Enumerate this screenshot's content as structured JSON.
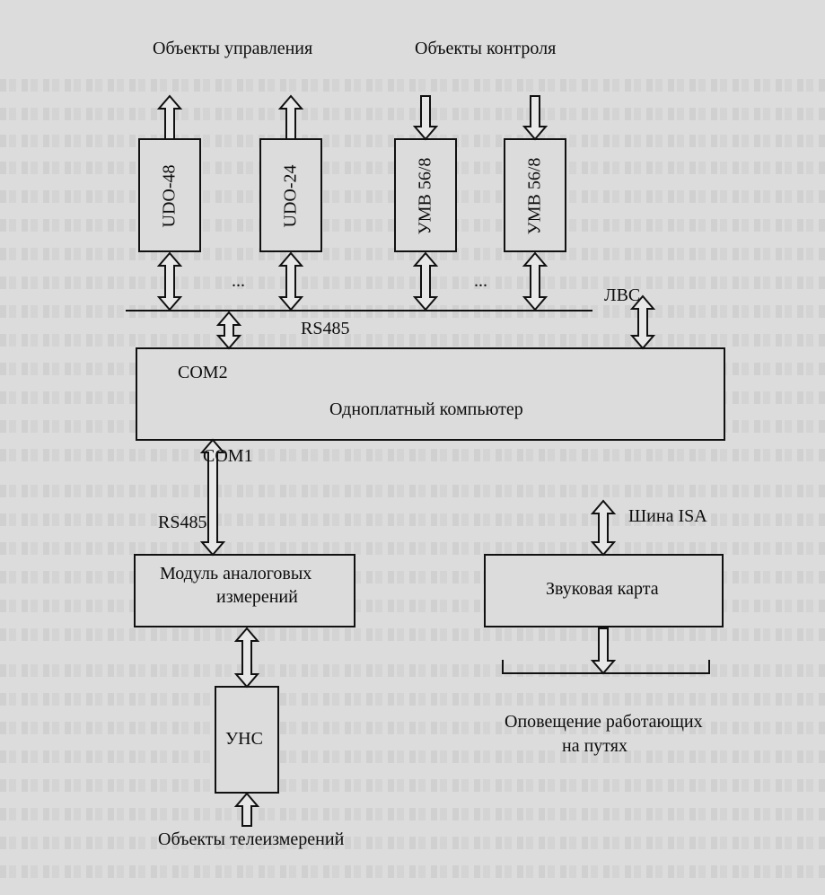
{
  "diagram": {
    "top_left_title": "Объекты управления",
    "top_right_title": "Объекты контроля",
    "udo48": "UDO-48",
    "udo24": "UDO-24",
    "umb1": "УМВ 56/8",
    "umb2": "УМВ 56/8",
    "dots_left": "...",
    "dots_right": "...",
    "rs485_top": "RS485",
    "lvs": "ЛВС",
    "com2": "COM2",
    "computer": "Одноплатный компьютер",
    "com1": "COM1",
    "rs485_bottom": "RS485",
    "isa": "Шина ISA",
    "analog_line1": "Модуль аналоговых",
    "analog_line2": "измерений",
    "sound": "Звуковая карта",
    "unc": "УНС",
    "notify_line1": "Оповещение работающих",
    "notify_line2": "на путях",
    "telemetry": "Объекты телеизмерений"
  }
}
